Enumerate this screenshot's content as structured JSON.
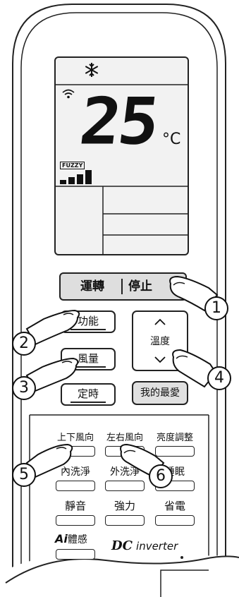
{
  "display": {
    "temperature": "25",
    "unit": "°C",
    "fuzzy_label": "FUZZY",
    "mode_icon": "snowflake-icon",
    "signal_icon": "wifi-icon"
  },
  "buttons": {
    "power": {
      "left": "運轉",
      "right": "停止"
    },
    "function": "功能",
    "fan_speed": "風量",
    "timer": "定時",
    "temp_label": "溫度",
    "favorite": "我的最愛",
    "row1": [
      "上下風向",
      "左右風向",
      "亮度調整"
    ],
    "row2": [
      "內洗淨",
      "外洗淨",
      "睡眠"
    ],
    "row3": [
      "靜音",
      "強力",
      "省電"
    ],
    "ai_prefix": "Ai",
    "ai_label": "體感"
  },
  "brand": {
    "dc": "DC",
    "inverter": "inverter"
  },
  "callouts": [
    "1",
    "2",
    "3",
    "4",
    "5",
    "6"
  ],
  "colors": {
    "display_bg": "#f2f2f2",
    "power_bg": "#dedede",
    "favorite_bg": "#e0e0e0",
    "outline": "#222222"
  }
}
